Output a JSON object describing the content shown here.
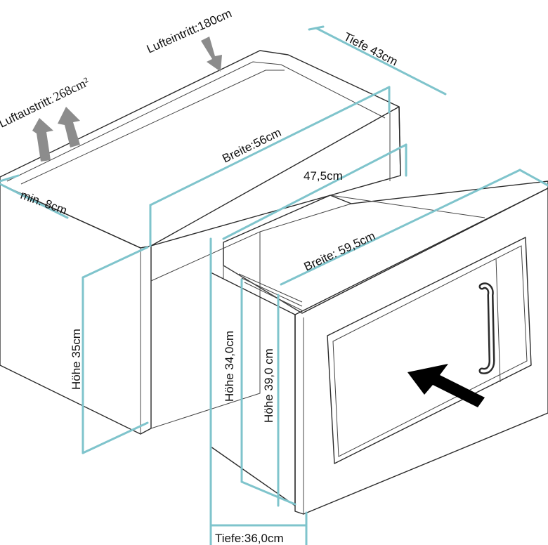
{
  "colors": {
    "dimension_line": "#7fc4cc",
    "outline": "#2a2a2a",
    "airflow_arrow": "#8c8c8c",
    "insert_arrow": "#000000"
  },
  "labels": {
    "air_inlet": "Lufteintritt:180cm",
    "air_outlet": "Luftaustritt:",
    "air_outlet_value": "268cm²",
    "cabinet_depth": "Tiefe 43cm",
    "cabinet_width": "Breite:56cm",
    "min_gap": "min. 8cm",
    "opening_width": "47,5cm",
    "cabinet_height": "Höhe 35cm",
    "oven_width": "Breite: 59,5cm",
    "oven_body_height": "Höhe 34,0cm",
    "oven_front_height": "Höhe 39,0 cm",
    "oven_depth": "Tiefe:36,0cm"
  },
  "icons": {
    "air_inlet_arrow": "arrow-down-icon",
    "air_outlet_arrows": "arrow-up-icon",
    "insert_arrow": "arrow-insert-icon"
  }
}
